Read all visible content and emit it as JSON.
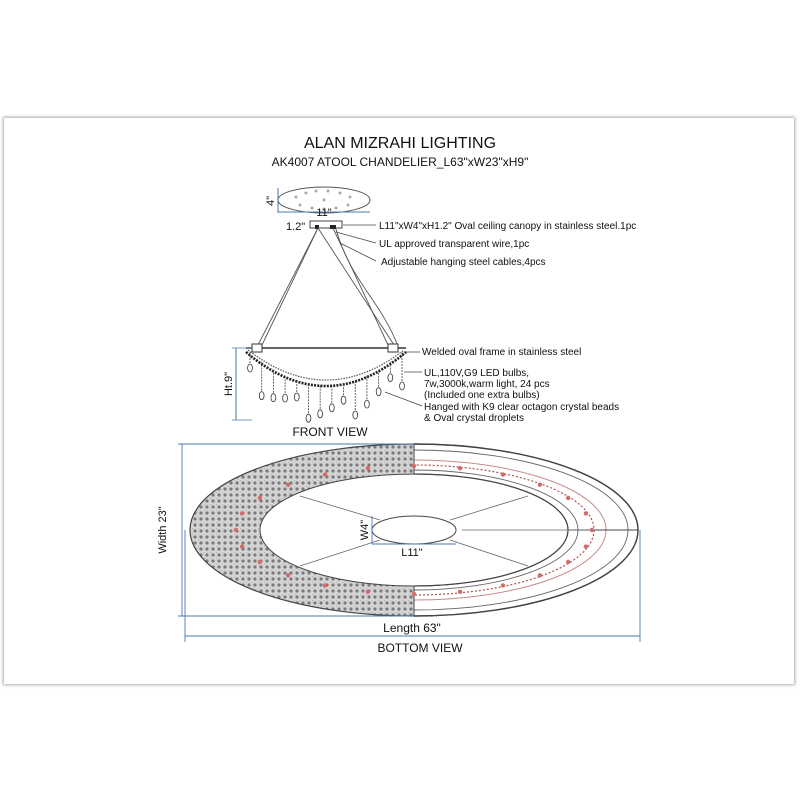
{
  "header": {
    "title": "ALAN MIZRAHI LIGHTING",
    "subtitle": "AK4007 ATOOL CHANDELIER_L63\"xW23\"xH9\""
  },
  "canopy": {
    "width_label": "11\"",
    "depth_label": "4\"",
    "height_label": "1.2\""
  },
  "callouts": {
    "canopy": "L11\"xW4\"xH1.2\" Oval ceiling canopy in stainless steel.1pc",
    "wire": "UL approved transparent wire,1pc",
    "cables": "Adjustable hanging steel cables,4pcs",
    "frame": "Welded oval frame in stainless steel",
    "bulbs_1": "UL,110V,G9 LED bulbs,",
    "bulbs_2": "7w,3000k,warm light, 24 pcs",
    "bulbs_3": "(Included one extra bulbs)",
    "crystals_1": "Hanged with K9 clear octagon crystal beads",
    "crystals_2": "& Oval crystal droplets"
  },
  "front_view": {
    "height_label": "Ht.9\"",
    "caption": "FRONT VIEW"
  },
  "bottom_view": {
    "width_label": "Width 23\"",
    "length_label": "Length 63\"",
    "inner_w_label": "W4\"",
    "inner_l_label": "L11\"",
    "caption": "BOTTOM VIEW"
  }
}
